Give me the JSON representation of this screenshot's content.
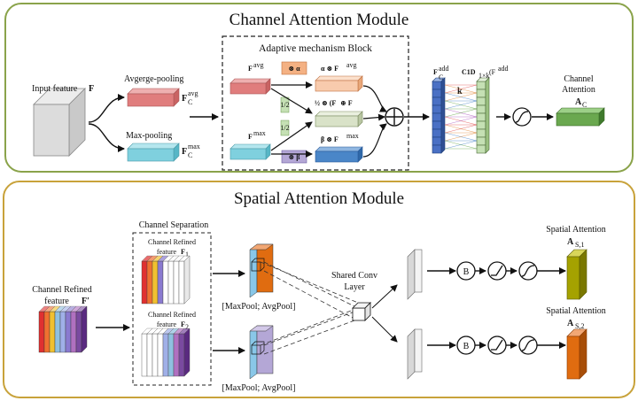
{
  "channel_module": {
    "title": "Channel Attention Module",
    "input_label": "Input feature",
    "input_symbol": "F",
    "avg_pool_label": "Avgerge-pooling",
    "avg_feat_label": "F",
    "avg_feat_sup": "avg",
    "avg_feat_sub": "C",
    "max_pool_label": "Max-pooling",
    "max_feat_label": "F",
    "max_feat_sup": "max",
    "max_feat_sub": "C",
    "adaptive_block": {
      "title": "Adaptive mechanism Block",
      "alpha_op": "⊗ α",
      "beta_op": "⊗ β",
      "half_frac_1": "1/2",
      "half_frac_2": "1/2",
      "expr_alpha": "α ⊗ F",
      "expr_alpha_sup": "avg",
      "expr_alpha_sub": "C",
      "expr_mid": "½ ⊗ (F",
      "expr_mid_tail": " ⊕ F",
      "expr_mid_sup1": "avg",
      "expr_mid_sup2": "max",
      "expr_beta": "β ⊗ F",
      "expr_beta_sup": "max",
      "expr_beta_sub": "C"
    },
    "sum_symbol": "⊕",
    "add_feat_label": "F",
    "add_feat_sup": "add",
    "add_feat_sub": "C",
    "kernel_label": "k",
    "conv_label": "C1D",
    "conv_sub": "1×k",
    "conv_arg": "(F",
    "conv_arg_sup": "add",
    "conv_arg_sub": "C",
    "sigmoid_symbol": "∫",
    "output_label_1": "Channel",
    "output_label_2": "Attention",
    "output_symbol": "A",
    "output_sub": "C"
  },
  "spatial_module": {
    "title": "Spatial Attention Module",
    "input_label_1": "Channel Refined",
    "input_label_2": "feature",
    "input_symbol": "F′",
    "separation_title": "Channel Separation",
    "sep_top_label_1": "Channel Refined",
    "sep_top_label_2": "feature",
    "sep_top_sym": "F",
    "sep_top_sup": "′",
    "sep_top_sub": "1",
    "sep_bot_label_1": "Channel Refined",
    "sep_bot_label_2": "feature",
    "sep_bot_sym": "F",
    "sep_bot_sup": "′",
    "sep_bot_sub": "2",
    "pool_label_top": "[MaxPool; AvgPool]",
    "pool_label_bottom": "[MaxPool; AvgPool]",
    "shared_conv_1": "Shared Conv",
    "shared_conv_2": "Layer",
    "bn_symbol": "B",
    "out_top_label": "Spatial Attention",
    "out_top_symbol": "A",
    "out_top_sub": "S,1",
    "out_bot_label": "Spatial Attention",
    "out_bot_symbol": "A",
    "out_bot_sub": "S,2"
  },
  "colors": {
    "top_border": "#8aa34a",
    "bottom_border": "#c8a23a",
    "avg_pool": "#e07d7d",
    "max_pool": "#7fd0de",
    "alpha_box": "#f4b183",
    "beta_box": "#b4a7d6",
    "half_box": "#c5e0b4",
    "expr_alpha": "#f8cbad",
    "expr_mid": "#d9e2c8",
    "expr_beta": "#4a86c8",
    "add_feat": "#4a70c4",
    "conv_vec": "#c5e0b4",
    "output_channel": "#6aa84f",
    "spatial_top_out": "#a5a200",
    "spatial_bot_out": "#e06c10",
    "feat_orange": "#e06c10",
    "feat_blue": "#4a86c8"
  }
}
